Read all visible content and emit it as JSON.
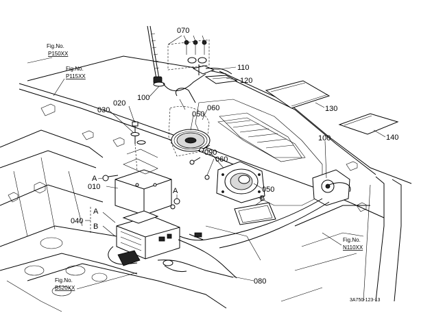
{
  "figure_refs": {
    "p150": {
      "line1": "Fig.No.",
      "line2": "P150XX"
    },
    "p115": {
      "line1": "Fig.No.",
      "line2": "P115XX"
    },
    "n110": {
      "line1": "Fig.No.",
      "line2": "N110XX"
    },
    "b520": {
      "line1": "Fig.No.",
      "line2": "B520XX"
    }
  },
  "parts": {
    "p010": "010",
    "p020": "020",
    "p030": "030",
    "p040": "040",
    "p050a": "050",
    "p050b": "050",
    "p060a": "060",
    "p060b": "060",
    "p070": "070",
    "p080": "080",
    "p090": "090",
    "p100a": "100",
    "p100b": "100",
    "p110": "110",
    "p120": "120",
    "p130": "130",
    "p140": "140"
  },
  "markers": {
    "a1": "A",
    "a2": "A",
    "a3": "A",
    "b1": "B",
    "b2": "B"
  },
  "drawing_code": "3A750-123-13"
}
